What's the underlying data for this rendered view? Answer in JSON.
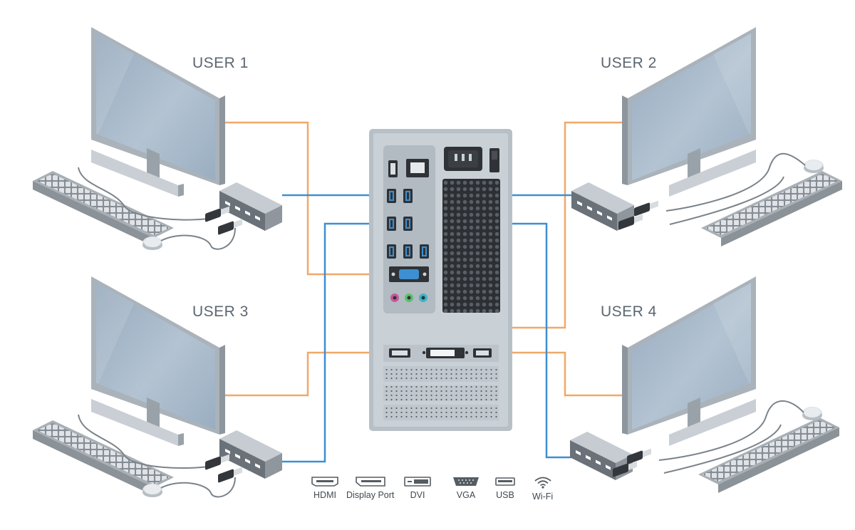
{
  "users": [
    {
      "label": "USER 1"
    },
    {
      "label": "USER 2"
    },
    {
      "label": "USER 3"
    },
    {
      "label": "USER 4"
    }
  ],
  "legend": [
    {
      "label": "HDMI",
      "icon": "hdmi-icon"
    },
    {
      "label": "Display Port",
      "icon": "display-port-icon"
    },
    {
      "label": "DVI",
      "icon": "dvi-icon"
    },
    {
      "label": "VGA",
      "icon": "vga-icon"
    },
    {
      "label": "USB",
      "icon": "usb-icon"
    },
    {
      "label": "Wi-Fi",
      "icon": "wifi-icon"
    }
  ],
  "colors": {
    "video_cable": "#f0a868",
    "usb_cable": "#3d8fd1",
    "screen": "#a7b8c9",
    "bezel": "#a9b1b8",
    "case": "#c5ccd3",
    "panel": "#b2bac2",
    "port_dark": "#2f3236"
  }
}
